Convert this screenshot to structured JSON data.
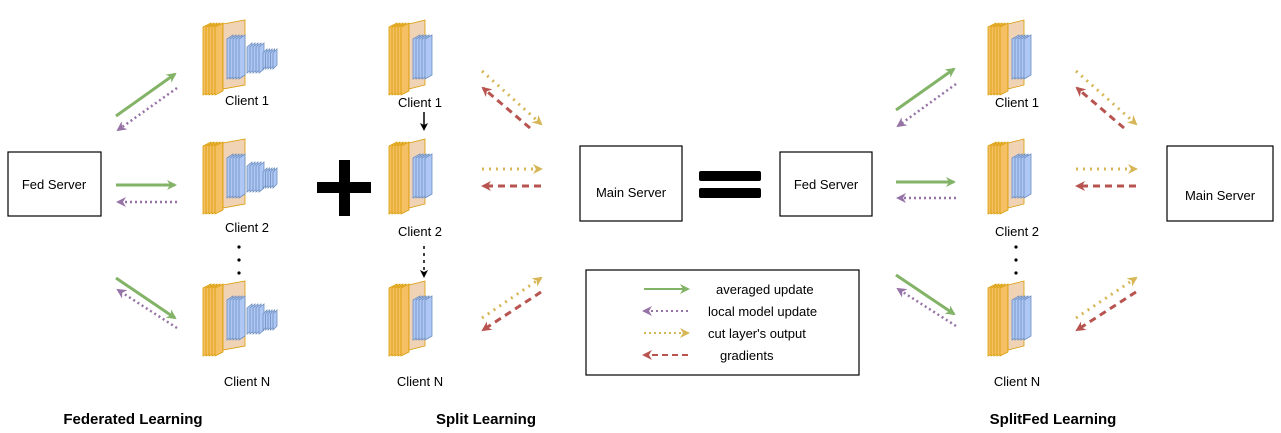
{
  "sections": {
    "fl": "Federated Learning",
    "sl": "Split Learning",
    "sfl": "SplitFed Learning"
  },
  "servers": {
    "fed": "Fed Server",
    "main": "Main Server"
  },
  "clients": {
    "c1": "Client 1",
    "c2": "Client 2",
    "cn": "Client N"
  },
  "legend": {
    "averaged": "averaged update",
    "local": "local model update",
    "cut": "cut layer's output",
    "grad": "gradients"
  },
  "colors": {
    "green": "#82b366",
    "purple": "#9673a6",
    "yellow": "#d6b656",
    "red": "#b85450",
    "layer_orange_fill": "#f5c063",
    "layer_orange_stroke": "#d79b00",
    "layer_peach": "#f0d2b5",
    "layer_blue_fill": "#aec7f5",
    "layer_blue_stroke": "#6c8ebf"
  },
  "operators": {
    "plus": "+",
    "equals": "="
  },
  "icons": [
    "arrow-icon",
    "neural-network-layers-icon"
  ]
}
